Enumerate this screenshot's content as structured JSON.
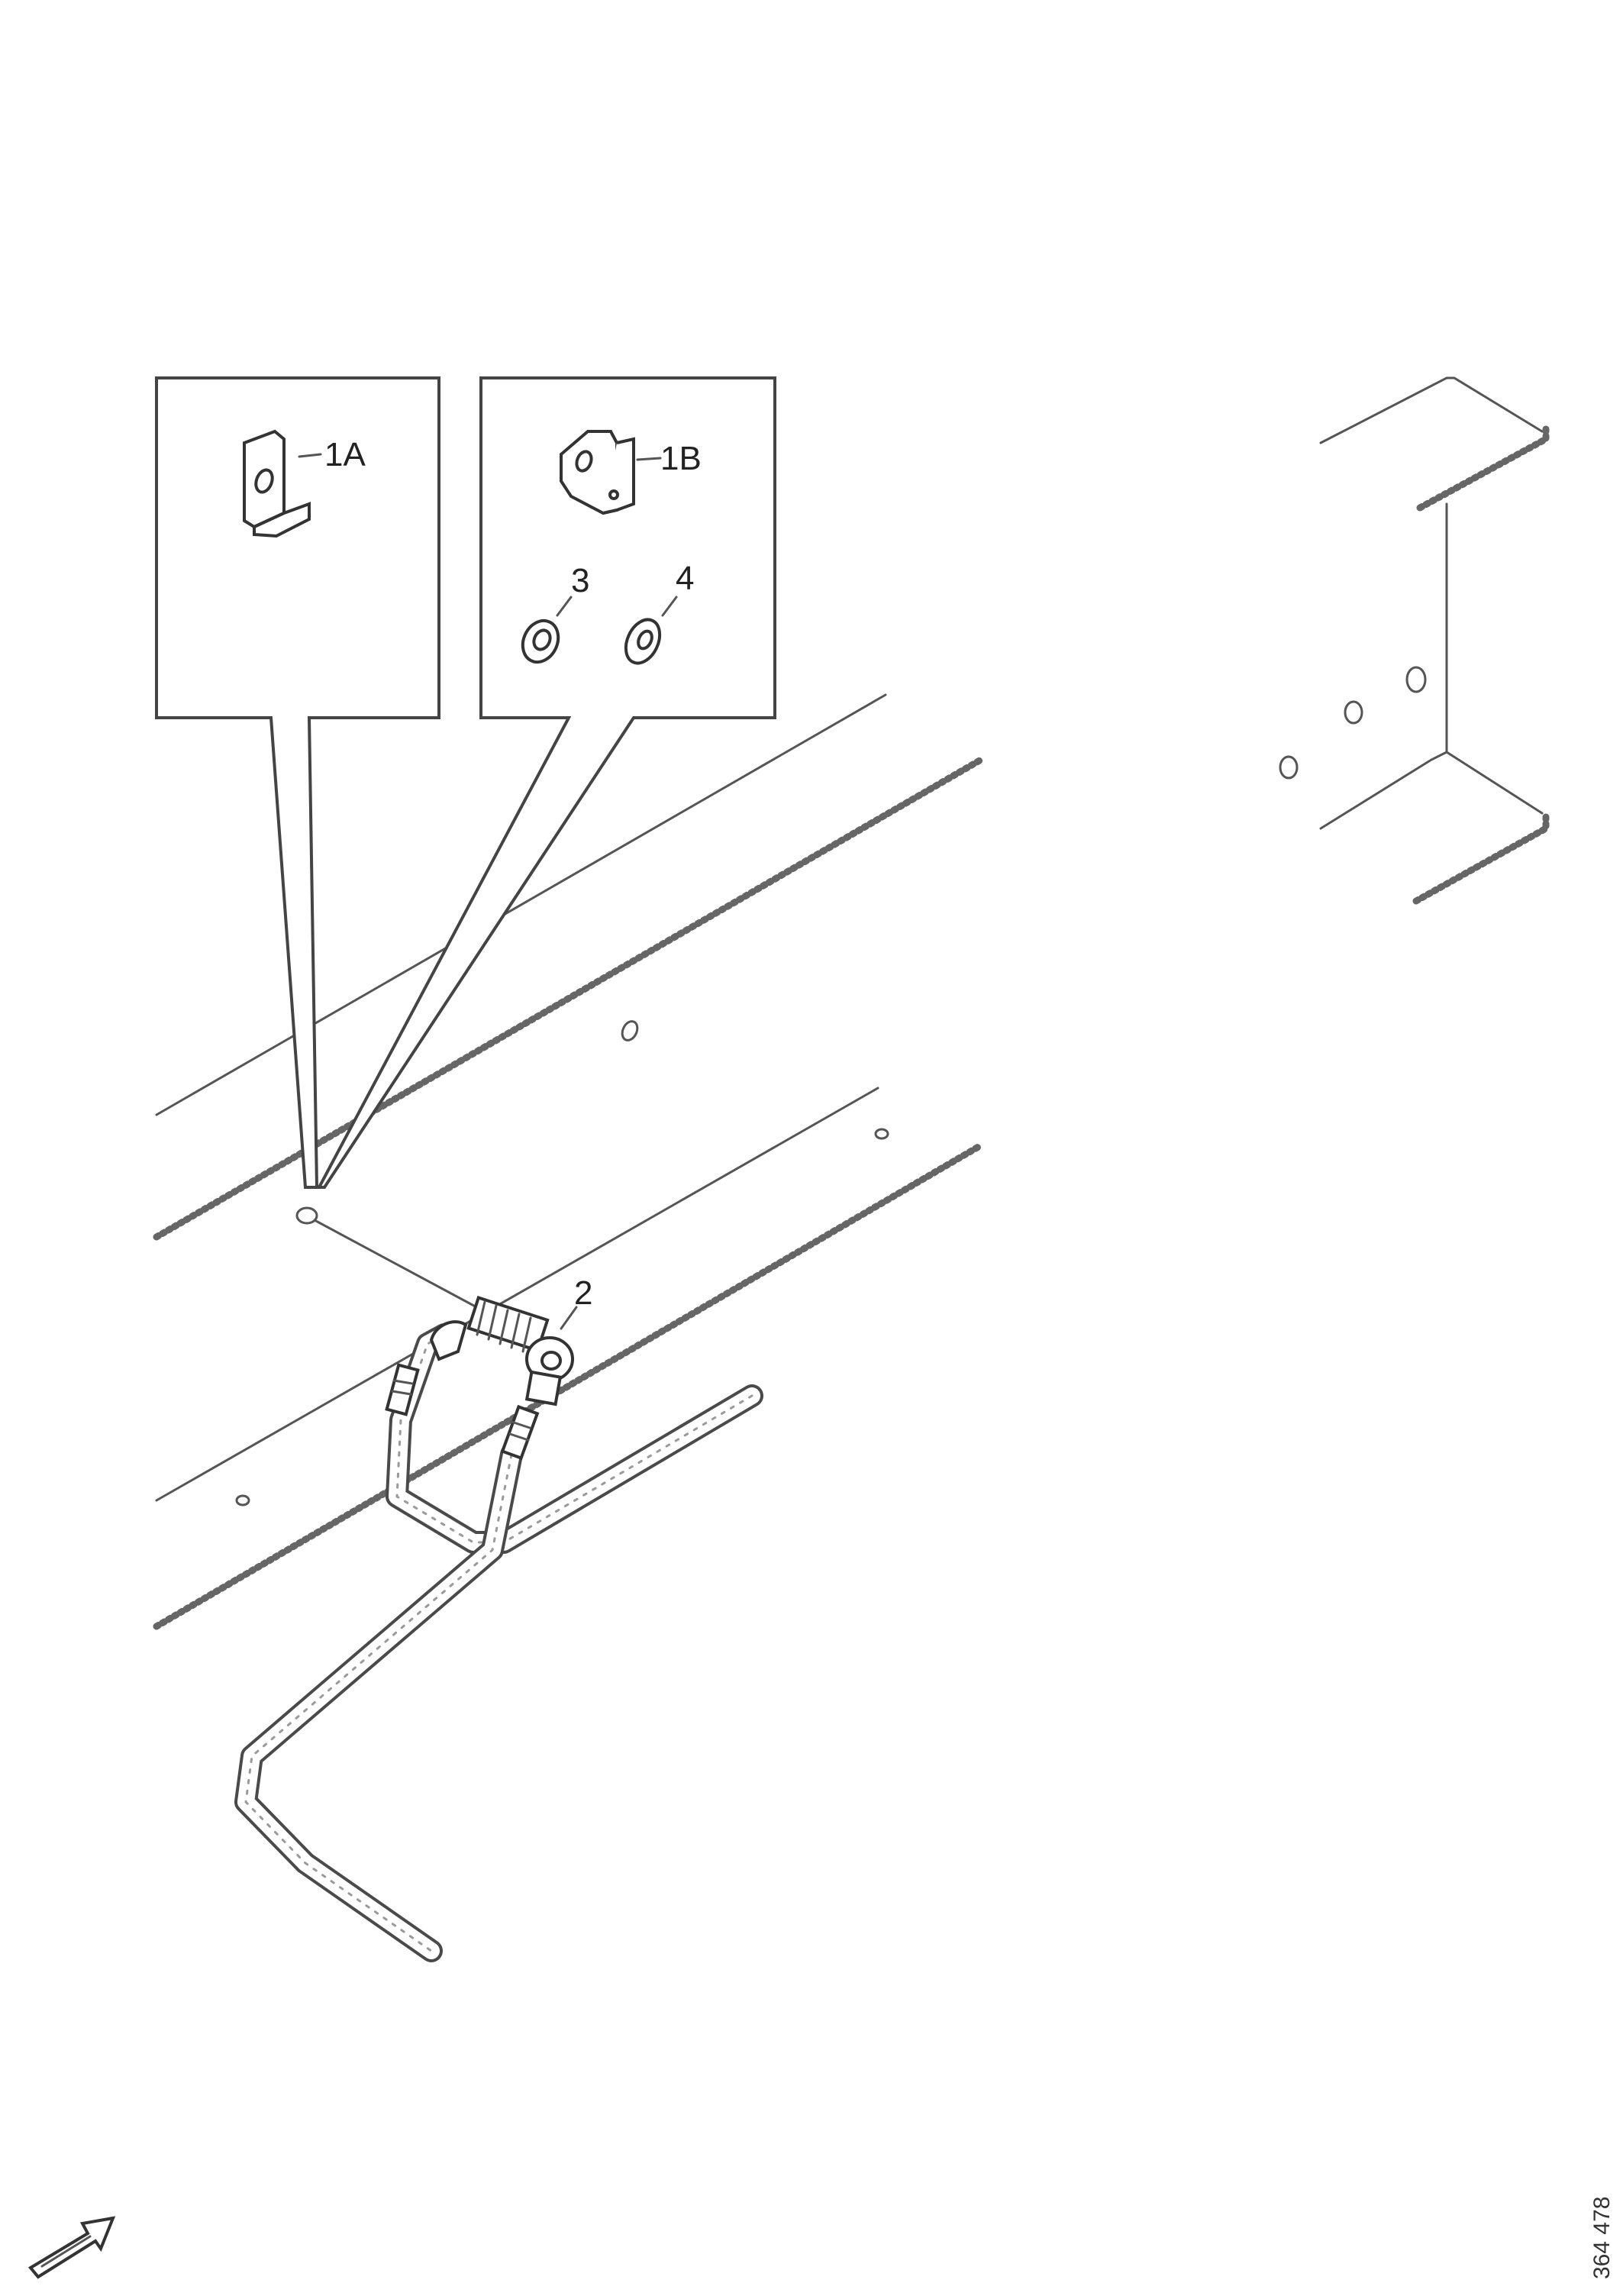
{
  "callouts": {
    "c1a": "1A",
    "c1b": "1B",
    "c2": "2",
    "c3": "3",
    "c4": "4"
  },
  "drawing_number": "364 478"
}
